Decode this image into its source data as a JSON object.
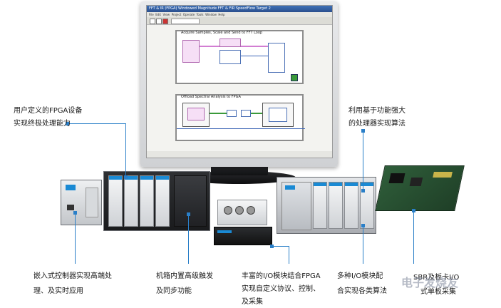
{
  "screen": {
    "window_title": "FFT & IR (FPGA) Windowed Magnitude FFT & FIR SpeedFlow Target 2",
    "menus": [
      "File",
      "Edit",
      "View",
      "Project",
      "Operate",
      "Tools",
      "Window",
      "Help"
    ],
    "loop1_title": "Acquire Samples, Scale and Send to FFT Loop",
    "loop2_title": "Offload Spectral Analysis to FPGA"
  },
  "callouts": {
    "top_left": [
      "用户定义的FPGA设备",
      "实现终极处理能力"
    ],
    "top_right": [
      "利用基于功能强大",
      "的处理器实现算法"
    ],
    "bottom_1": [
      "嵌入式控制器实现高端处",
      "理、及实时应用"
    ],
    "bottom_2": [
      "机箱内置高级触发",
      "及同步功能"
    ],
    "bottom_3": [
      "丰富的I/O模块结合FPGA",
      "实现自定义协议、控制、",
      "及采集"
    ],
    "bottom_4": [
      "多种I/O模块配",
      "合实现各类算法"
    ],
    "bottom_5": [
      "SBR及板卡I/O",
      "式单板采集"
    ]
  },
  "watermark": "电子发烧友",
  "colors": {
    "accent": "#2a7fc8",
    "module_blue": "#1a8ad4"
  }
}
